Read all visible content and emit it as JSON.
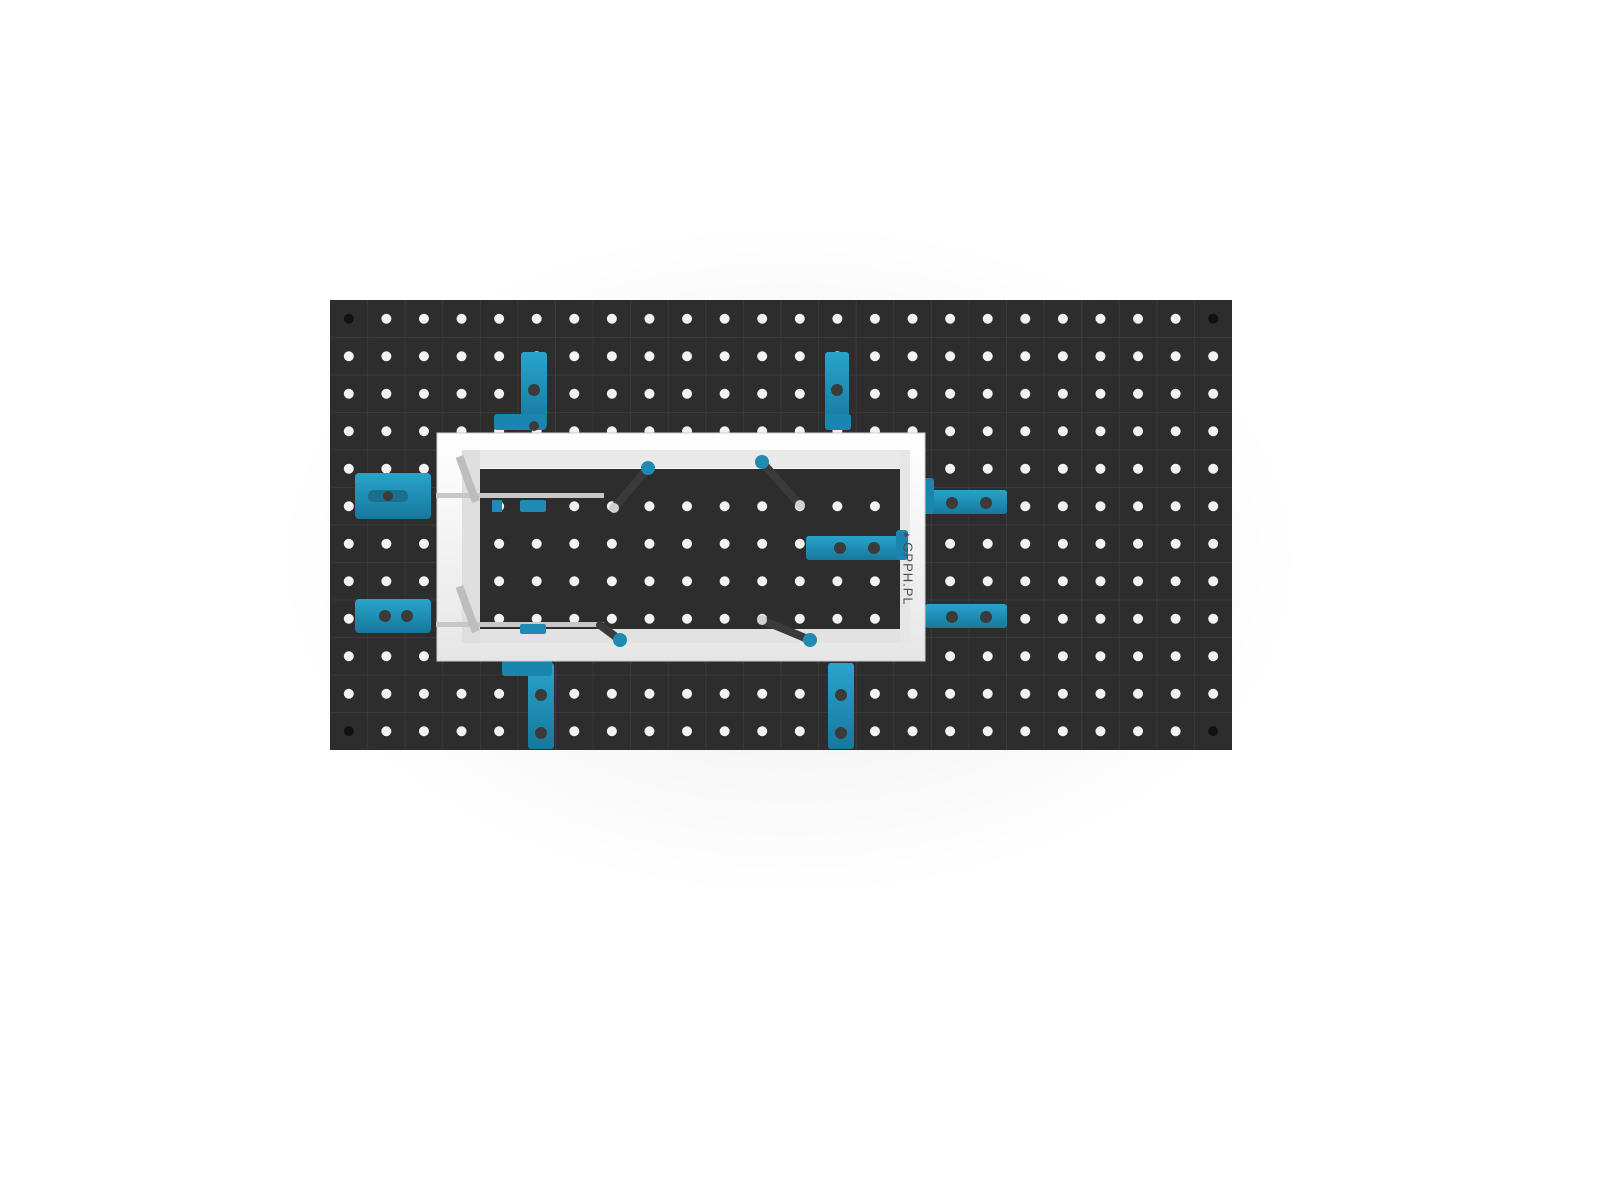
{
  "scene": {
    "description_tag": "welding-table-top-view",
    "colors": {
      "background": "#ffffff",
      "table_surface": "#2e2e2e",
      "table_cell": "#303030",
      "grid_line": "#3a3a3a",
      "hole": "#f4f4f4",
      "clamp_blue": "#1f8bb3",
      "clamp_blue_dark": "#16708f",
      "frame_white": "#f2f2f2",
      "frame_inner": "#d8d8d8",
      "rod_gray": "#bdbdbd",
      "clamp_arm": "#3a3a3a"
    },
    "table": {
      "columns": 24,
      "rows": 12
    },
    "brand": {
      "text": "GPPH.PL",
      "icon": "gpph-logo-icon"
    }
  }
}
